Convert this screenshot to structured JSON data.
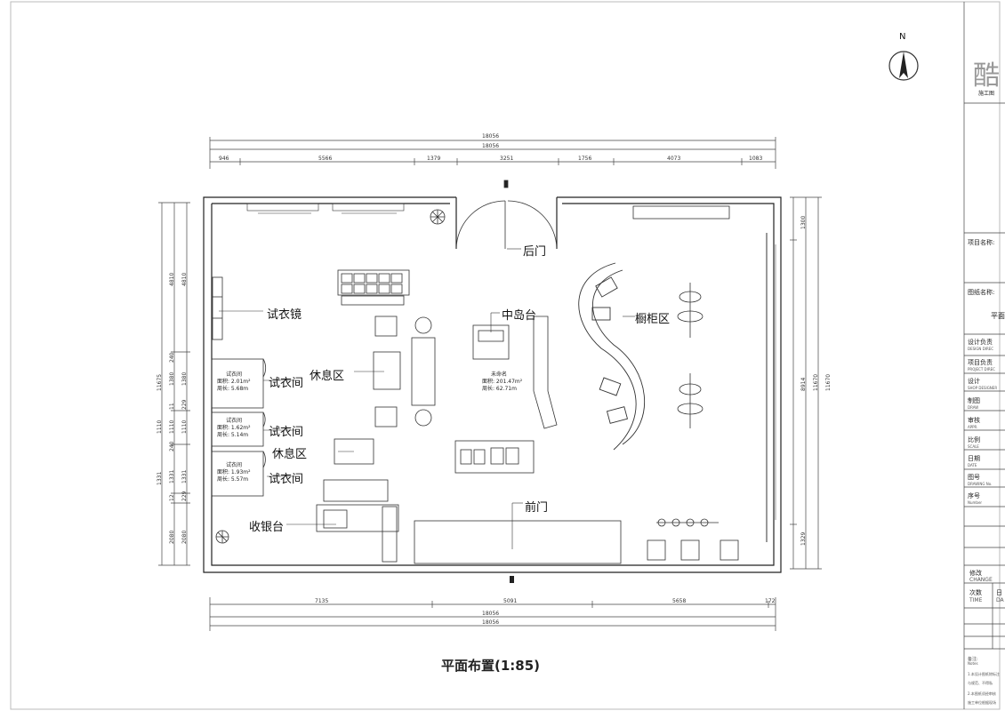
{
  "drawing": {
    "caption": "平面布置(1:85)",
    "north_label": "N",
    "labels": {
      "mirror": "试衣镜",
      "fitting_1": "试衣间",
      "fitting_2": "试衣间",
      "fitting_3": "试衣间",
      "lounge_1": "休息区",
      "lounge_2": "休息区",
      "center_island": "中岛台",
      "display_cabinet": "橱柜区",
      "back_door": "后门",
      "front_door": "前门",
      "cashier": "收银台"
    },
    "room_notes": {
      "fitting_1": {
        "name": "试衣间",
        "area": "面积: 2.01m²",
        "perimeter": "周长: 5.68m"
      },
      "fitting_2": {
        "name": "试衣间",
        "area": "面积: 1.62m²",
        "perimeter": "周长: 5.14m"
      },
      "fitting_3": {
        "name": "试衣间",
        "area": "面积: 1.93m²",
        "perimeter": "周长: 5.57m"
      },
      "main": {
        "name": "未命名",
        "area": "面积: 201.47m²",
        "perimeter": "周长: 62.71m"
      }
    },
    "dims_top": {
      "total_1": "18056",
      "total_2": "18056",
      "segments": [
        "946",
        "5566",
        "1379",
        "3251",
        "1756",
        "4073",
        "1083"
      ]
    },
    "dims_bottom": {
      "segments": [
        "7135",
        "5091",
        "5658",
        "172"
      ],
      "total_1": "18056",
      "total_2": "18056"
    },
    "dims_left_outer": [
      "11675",
      "1110",
      "1331"
    ],
    "dims_left_inner": [
      "4810",
      "4810",
      "240",
      "1380",
      "1380",
      "11",
      "229",
      "1110",
      "1110",
      "240",
      "1331",
      "1331",
      "12",
      "229",
      "2080",
      "2080"
    ],
    "dims_right": [
      "1300",
      "8914",
      "11670",
      "11670",
      "1329"
    ]
  },
  "title_block": {
    "logo_text": "酷",
    "subtitle": "施工图",
    "project_name": "项目名称:",
    "drawing_name": "图纸名称:",
    "drawing_name_value": "平面",
    "fields": [
      {
        "label": "设计负责",
        "sub": "DESIGN DIREC"
      },
      {
        "label": "项目负责",
        "sub": "PROJECT DIREC"
      },
      {
        "label": "设计",
        "sub": "SHOP DESIGNER"
      },
      {
        "label": "制图",
        "sub": "DRAW"
      },
      {
        "label": "审核",
        "sub": "APPR."
      },
      {
        "label": "比例",
        "sub": "SCALE"
      },
      {
        "label": "日期",
        "sub": "DATE"
      },
      {
        "label": "图号",
        "sub": "DRAWING No."
      },
      {
        "label": "序号",
        "sub": "Number"
      }
    ],
    "change": {
      "label": "修改",
      "sub": "CHANGE"
    },
    "times": {
      "label": "次数",
      "sub": "TIME"
    },
    "date_col": {
      "label": "日",
      "sub": "DA"
    },
    "notes": {
      "title": "备注:",
      "sub": "Notes",
      "line1": "1.本设计图纸除标注",
      "line2": "与规范、不得私",
      "line3": "2.本图纸须经审核",
      "line4": "施工单位根据现场"
    }
  }
}
